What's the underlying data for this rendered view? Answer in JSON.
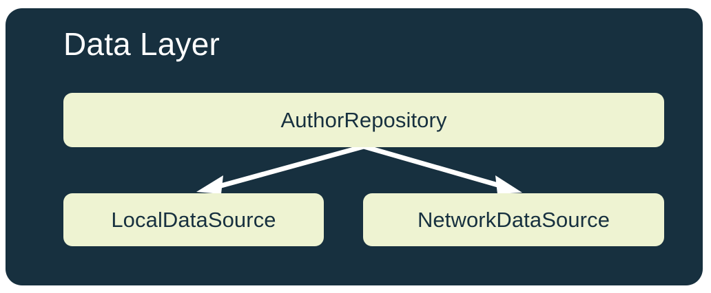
{
  "panel": {
    "title": "Data Layer",
    "background_color": "#17303f",
    "title_color": "#ffffff"
  },
  "theme": {
    "panel_bg": "#17303f",
    "node_fill": "#eef3d2",
    "node_text": "#17303f",
    "arrow_color": "#ffffff",
    "page_bg": "#ffffff"
  },
  "nodes": [
    {
      "id": "author-repository",
      "label": "AuthorRepository"
    },
    {
      "id": "local-data-source",
      "label": "LocalDataSource"
    },
    {
      "id": "network-data-source",
      "label": "NetworkDataSource"
    }
  ],
  "edges": [
    {
      "from": "author-repository",
      "to": "local-data-source",
      "style": "solid-arrow"
    },
    {
      "from": "author-repository",
      "to": "network-data-source",
      "style": "solid-arrow"
    }
  ]
}
